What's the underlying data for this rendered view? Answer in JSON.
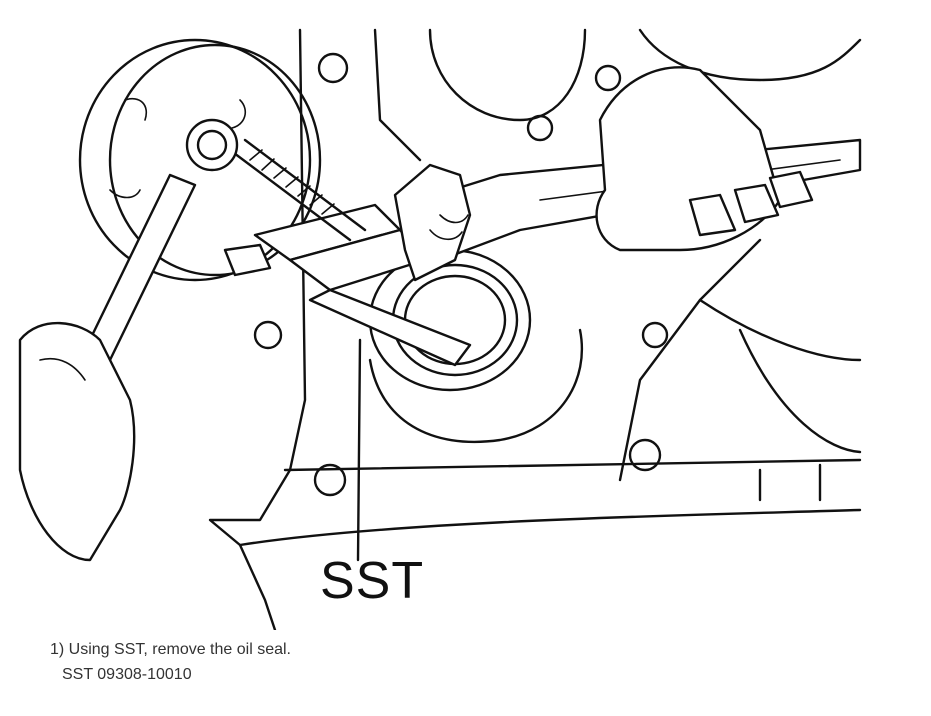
{
  "figure": {
    "callout_label": "SST"
  },
  "caption": {
    "step": "1) Using SST, remove the oil seal.",
    "tool": "SST 09308-10010"
  }
}
